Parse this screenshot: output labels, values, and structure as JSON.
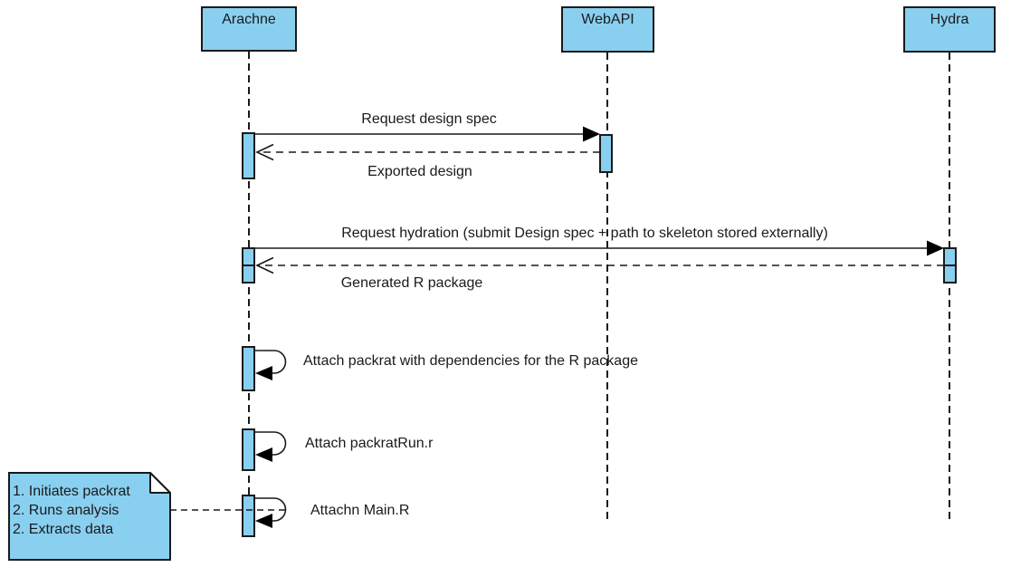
{
  "actors": [
    {
      "label": "Arachne"
    },
    {
      "label": "WebAPI"
    },
    {
      "label": "Hydra"
    }
  ],
  "messages": {
    "request_design_spec": "Request design spec",
    "exported_design": "Exported design",
    "request_hydration": "Request hydration (submit Design spec + path to skeleton stored externally)",
    "generated_r_package": "Generated R package",
    "attach_packrat": "Attach packrat with dependencies for the R package",
    "attach_packrat_run": "Attach packratRun.r",
    "attach_main": "Attachn Main.R"
  },
  "note": {
    "line1": "1. Initiates packrat",
    "line2": "2. Runs analysis",
    "line3": "2. Extracts data"
  },
  "colors": {
    "shape_fill": "#89CFF0",
    "stroke": "#1a1a1a"
  }
}
